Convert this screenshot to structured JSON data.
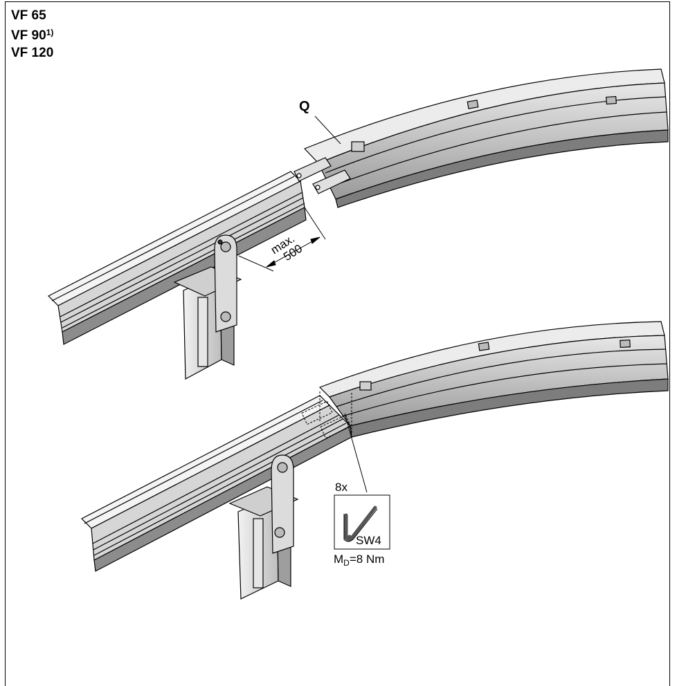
{
  "models": [
    "VF 65",
    "VF 90",
    "VF 120"
  ],
  "models_footnote_ref": "1)",
  "callout_q": "Q",
  "dimension": {
    "prefix": "max.",
    "value": "500"
  },
  "tool": {
    "quantity": "8x",
    "size": "SW4",
    "torque_symbol": "M",
    "torque_subscript": "D",
    "torque_value": "=8 Nm"
  },
  "icons": [
    "allen-key-icon"
  ]
}
